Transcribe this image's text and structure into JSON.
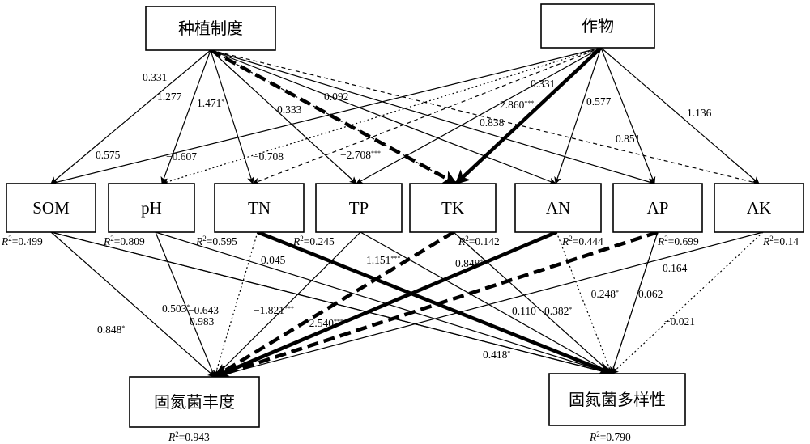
{
  "nodes": {
    "cropping": {
      "label": "种植制度"
    },
    "crop": {
      "label": "作物"
    },
    "SOM": {
      "label": "SOM",
      "r2_label": "R",
      "r2_sup": "2",
      "r2_value": "=0.499"
    },
    "pH": {
      "label": "pH",
      "r2_label": "R",
      "r2_sup": "2",
      "r2_value": "=0.809"
    },
    "TN": {
      "label": "TN",
      "r2_label": "R",
      "r2_sup": "2",
      "r2_value": "=0.595"
    },
    "TP": {
      "label": "TP",
      "r2_label": "R",
      "r2_sup": "2",
      "r2_value": "=0.245"
    },
    "TK": {
      "label": "TK",
      "r2_label": "R",
      "r2_sup": "2",
      "r2_value": "=0.142"
    },
    "AN": {
      "label": "AN",
      "r2_label": "R",
      "r2_sup": "2",
      "r2_value": "=0.444"
    },
    "AP": {
      "label": "AP",
      "r2_label": "R",
      "r2_sup": "2",
      "r2_value": "=0.699"
    },
    "AK": {
      "label": "AK",
      "r2_label": "R",
      "r2_sup": "2",
      "r2_value": "=0.14"
    },
    "abundance": {
      "label": "固氮菌丰度",
      "r2_label": "R",
      "r2_sup": "2",
      "r2_value": "=0.943"
    },
    "diversity": {
      "label": "固氮菌多样性",
      "r2_label": "R",
      "r2_sup": "2",
      "r2_value": "=0.790"
    }
  },
  "paths": [
    {
      "from": "cropping",
      "to": "SOM",
      "coef": "0.331",
      "sig": "",
      "style": "solid",
      "weight": "thin"
    },
    {
      "from": "cropping",
      "to": "pH",
      "coef": "1.277",
      "sig": "",
      "style": "solid",
      "weight": "thin"
    },
    {
      "from": "cropping",
      "to": "TN",
      "coef": "1.471",
      "sig": "*",
      "style": "solid",
      "weight": "thin"
    },
    {
      "from": "cropping",
      "to": "TP",
      "coef": "0.333",
      "sig": "",
      "style": "solid",
      "weight": "thin"
    },
    {
      "from": "cropping",
      "to": "TK",
      "coef": "",
      "sig": "",
      "style": "dashed",
      "weight": "heavy"
    },
    {
      "from": "cropping",
      "to": "AN",
      "coef": "0.092",
      "sig": "",
      "style": "solid",
      "weight": "thin"
    },
    {
      "from": "cropping",
      "to": "AP",
      "coef": "0.838",
      "sig": "",
      "style": "solid",
      "weight": "thin"
    },
    {
      "from": "cropping",
      "to": "AK",
      "coef": "0.851",
      "sig": "",
      "style": "dashed",
      "weight": "thin"
    },
    {
      "from": "crop",
      "to": "SOM",
      "coef": "0.575",
      "sig": "",
      "style": "solid",
      "weight": "thin"
    },
    {
      "from": "crop",
      "to": "pH",
      "coef": "−0.607",
      "sig": "",
      "style": "dotted",
      "weight": "thin"
    },
    {
      "from": "crop",
      "to": "TN",
      "coef": "−0.708",
      "sig": "",
      "style": "dashed",
      "weight": "thin"
    },
    {
      "from": "crop",
      "to": "TP",
      "coef": "0.331",
      "sig": "",
      "style": "solid",
      "weight": "thin"
    },
    {
      "from": "crop",
      "to": "TK",
      "coef": "2.860",
      "sig": "***",
      "style": "solid",
      "weight": "heavy"
    },
    {
      "from": "crop",
      "to": "AN",
      "coef": "0.577",
      "sig": "",
      "style": "solid",
      "weight": "thin"
    },
    {
      "from": "crop",
      "to": "AP",
      "coef": "",
      "sig": "",
      "style": "solid",
      "weight": "thin"
    },
    {
      "from": "crop",
      "to": "AK",
      "coef": "1.136",
      "sig": "",
      "style": "solid",
      "weight": "thin"
    },
    {
      "from": "cropping",
      "to": "TK",
      "coef": "−2.708",
      "sig": "***",
      "style": "dashed",
      "weight": "thin"
    },
    {
      "from": "SOM",
      "to": "abundance",
      "coef": "0.848",
      "sig": "*",
      "style": "solid",
      "weight": "thin"
    },
    {
      "from": "SOM",
      "to": "diversity",
      "coef": "0.045",
      "sig": "",
      "style": "solid",
      "weight": "thin"
    },
    {
      "from": "pH",
      "to": "abundance",
      "coef": "0.503",
      "sig": "*",
      "style": "solid",
      "weight": "thin"
    },
    {
      "from": "pH",
      "to": "diversity",
      "coef": "−0.643",
      "sig": "",
      "style": "solid",
      "weight": "thin"
    },
    {
      "from": "TN",
      "to": "abundance",
      "coef": "0.983",
      "sig": "",
      "style": "dotted",
      "weight": "thin"
    },
    {
      "from": "TN",
      "to": "diversity",
      "coef": "1.151",
      "sig": "***",
      "style": "solid",
      "weight": "heavy"
    },
    {
      "from": "TP",
      "to": "abundance",
      "coef": "−1.821",
      "sig": "***",
      "style": "solid",
      "weight": "thin"
    },
    {
      "from": "TP",
      "to": "diversity",
      "coef": "0.110",
      "sig": "",
      "style": "solid",
      "weight": "thin"
    },
    {
      "from": "TK",
      "to": "abundance",
      "coef": "−2.540",
      "sig": "***",
      "style": "dashed",
      "weight": "heavy"
    },
    {
      "from": "TK",
      "to": "diversity",
      "coef": "0.848",
      "sig": "***",
      "style": "solid",
      "weight": "thin"
    },
    {
      "from": "AN",
      "to": "abundance",
      "coef": "",
      "sig": "",
      "style": "solid",
      "weight": "heavy"
    },
    {
      "from": "AN",
      "to": "diversity",
      "coef": "0.382",
      "sig": "*",
      "style": "dotted",
      "weight": "thin"
    },
    {
      "from": "AP",
      "to": "abundance",
      "coef": "",
      "sig": "",
      "style": "dashed",
      "weight": "heavy"
    },
    {
      "from": "AP",
      "to": "diversity",
      "coef": "0.062",
      "sig": "",
      "style": "solid",
      "weight": "thin"
    },
    {
      "from": "AK",
      "to": "abundance",
      "coef": "0.164",
      "sig": "",
      "style": "solid",
      "weight": "thin"
    },
    {
      "from": "AK",
      "to": "diversity",
      "coef": "−0.021",
      "sig": "",
      "style": "dotted",
      "weight": "thin"
    },
    {
      "from": "AP",
      "to": "diversity",
      "coef": "−0.248",
      "sig": "*",
      "style": "dashed",
      "weight": "thin"
    },
    {
      "from": "SOM",
      "to": "diversity",
      "coef": "0.418",
      "sig": "*",
      "style": "solid",
      "weight": "thin"
    }
  ]
}
